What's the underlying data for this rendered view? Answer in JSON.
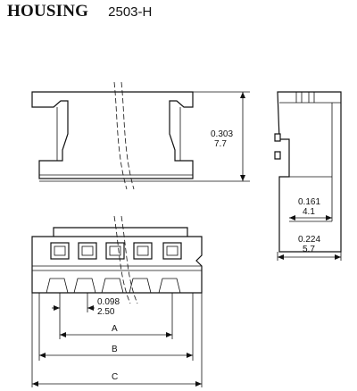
{
  "header": {
    "title": "HOUSING",
    "part_no": "2503-H"
  },
  "dimensions": {
    "height": {
      "inch": "0.303",
      "mm": "7.7"
    },
    "side_inner": {
      "inch": "0.161",
      "mm": "4.1"
    },
    "side_width": {
      "inch": "0.224",
      "mm": "5.7"
    },
    "pitch": {
      "inch": "0.098",
      "mm": "2.50"
    },
    "dim_a": "A",
    "dim_b": "B",
    "dim_c": "C"
  }
}
